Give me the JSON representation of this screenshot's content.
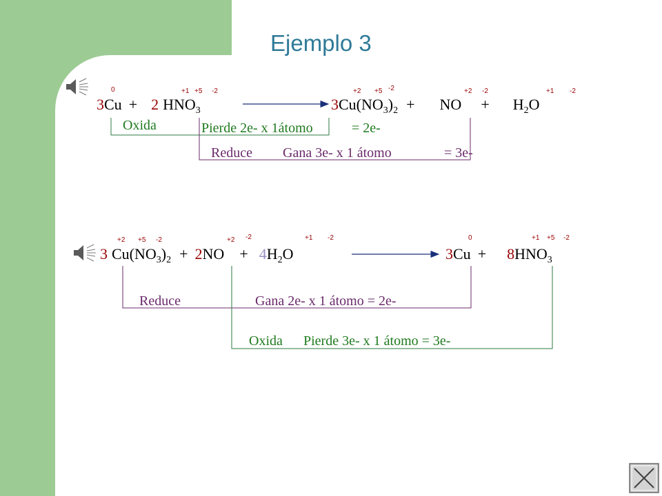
{
  "slide": {
    "title": "Ejemplo 3",
    "colors": {
      "left_band": "#9dcb94",
      "title": "#2e7a98",
      "coefficient": "#990000",
      "oxidation_state": "#990000",
      "oxida_label": "#1f7a1f",
      "reduce_label": "#6a2a6a",
      "connector": "#2e7a40"
    }
  },
  "icons": {
    "speaker_1": "speaker-icon",
    "speaker_2": "speaker-icon",
    "nav": "next-slide-icon"
  },
  "eq1": {
    "cu_coef": "3",
    "cu": "Cu",
    "plus1": "+",
    "hno3_coef": "2",
    "hno3_a": "HNO",
    "hno3_sub": "3",
    "prod1_coef": "3",
    "prod1_a": "Cu(NO",
    "prod1_sub1": "3",
    "prod1_b": ")",
    "prod1_sub2": "2",
    "plus2": "+",
    "no": "NO",
    "plus3": "+",
    "h2o_a": "H",
    "h2o_sub": "2",
    "h2o_b": "O",
    "ox": {
      "cu": "0",
      "h": "+1",
      "n": "+5",
      "o": "-2",
      "p_cu": "+2",
      "p_n": "+5",
      "p_o": "-2",
      "no_n": "+2",
      "no_o": "-2",
      "w_h": "+1",
      "w_o": "-2"
    },
    "labels": {
      "oxida": "Oxida",
      "pierde_a": "Pierde 2e- x 1átomo",
      "pierde_b": "= 2e-",
      "reduce": "Reduce",
      "gana_a": "Gana 3e-  x 1 átomo",
      "gana_b": "= 3",
      "gana_c": "e-"
    }
  },
  "eq2": {
    "coef1": "3",
    "r1_a": "Cu(NO",
    "r1_sub1": "3",
    "r1_b": ")",
    "r1_sub2": "2",
    "plus1": "+",
    "no_coef": "2",
    "no": "NO",
    "plus2": "+",
    "h2o_coef": "4",
    "h2o_a": "H",
    "h2o_sub": "2",
    "h2o_b": "O",
    "cu_coef": "3",
    "cu": "Cu",
    "plus3": "+",
    "hno3_coef": "8",
    "hno3_a": "HNO",
    "hno3_sub": "3",
    "ox": {
      "r_cu": "+2",
      "r_n": "+5",
      "r_o": "-2",
      "no_n": "+2",
      "no_o": "-2",
      "w_h": "+1",
      "w_o": "-2",
      "cu": "0",
      "h": "+1",
      "n": "+5",
      "o": "-2"
    },
    "labels": {
      "reduce": "Reduce",
      "gana": "Gana 2e- x 1 átomo = 2e-",
      "oxida": "Oxida",
      "pierde": "Pierde 3e- x 1 átomo = 3e-"
    }
  }
}
